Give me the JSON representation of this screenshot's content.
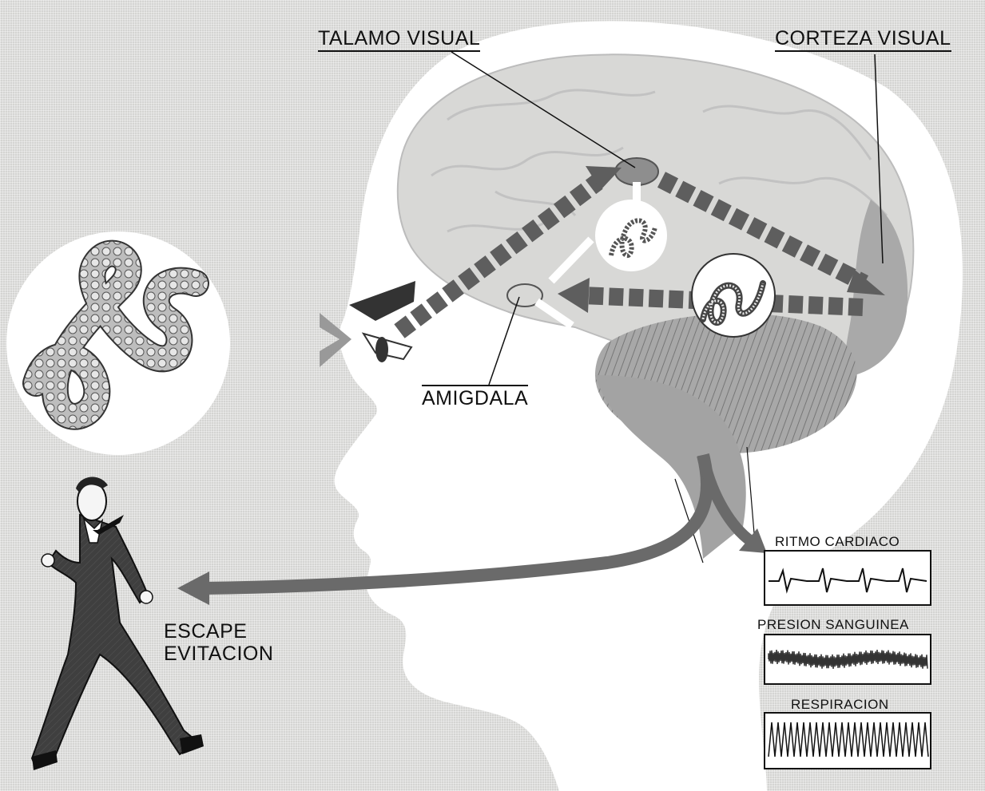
{
  "labels": {
    "talamo_visual": "TALAMO VISUAL",
    "corteza_visual": "CORTEZA VISUAL",
    "amigdala": "AMIGDALA",
    "escape": "ESCAPE",
    "evitacion": "EVITACION",
    "ritmo_cardiaco": "RITMO CARDIACO",
    "presion_sanguinea": "PRESION SANGUINEA",
    "respiracion": "RESPIRACION"
  },
  "icons": {
    "snake": "snake-icon",
    "running_man": "running-man-icon",
    "eye": "eye-icon",
    "brain": "brain-icon"
  },
  "colors": {
    "background": "#d4d4d2",
    "head": "#ffffff",
    "brain": "#d8d8d6",
    "arrow": "#5e5e5e",
    "ink": "#111111"
  }
}
